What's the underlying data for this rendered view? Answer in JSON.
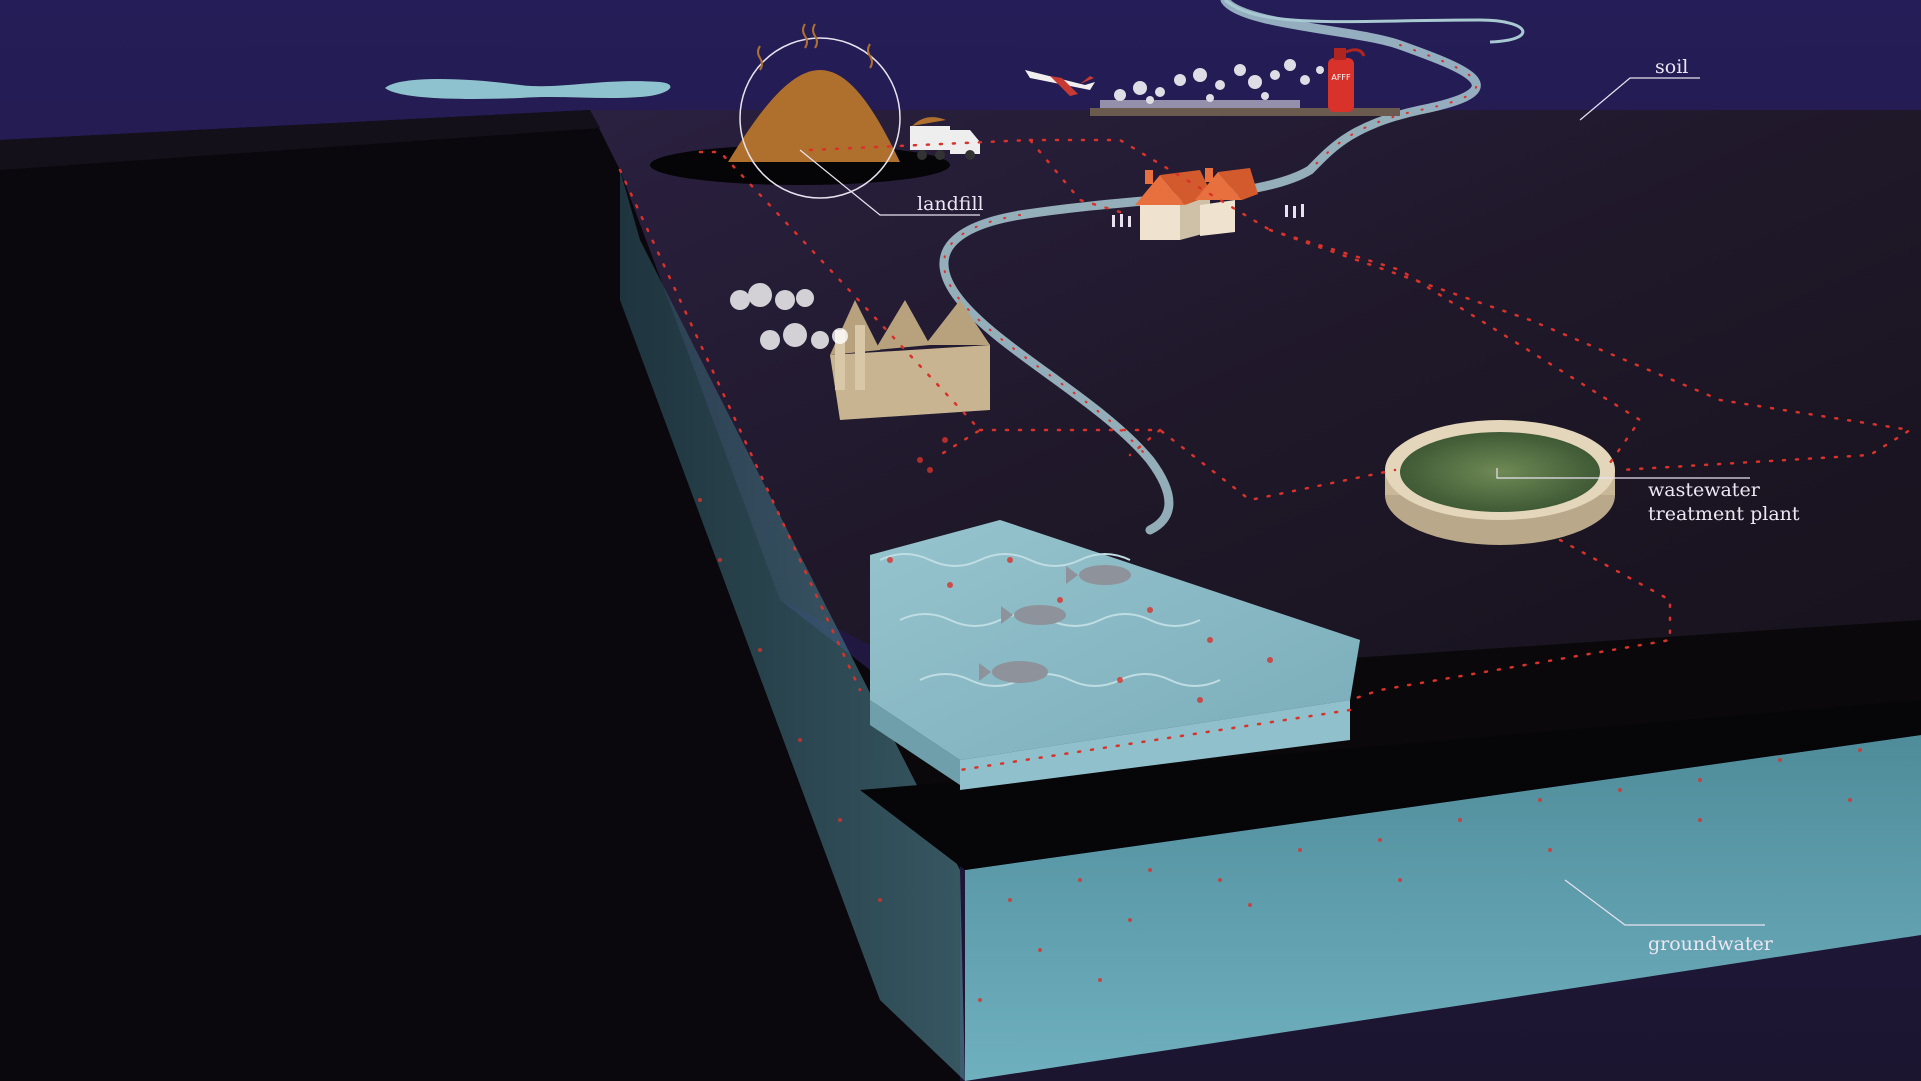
{
  "labels": {
    "soil": "soil",
    "landfill": "landfill",
    "wastewater_line1": "wastewater",
    "wastewater_line2": "treatment plant",
    "groundwater": "groundwater",
    "extinguisher_text": "AFFF"
  },
  "colors": {
    "sky_top": "#241d55",
    "soil_surface": "#1e1727",
    "soil_side": "#0c090e",
    "water": "#7fb4c0",
    "groundwater": "#5f9fae",
    "particle": "#d8322b",
    "sand": "#c9b491",
    "landfill_mound": "#b0702d",
    "roof": "#e8703e",
    "label_text": "#ece6f2"
  }
}
